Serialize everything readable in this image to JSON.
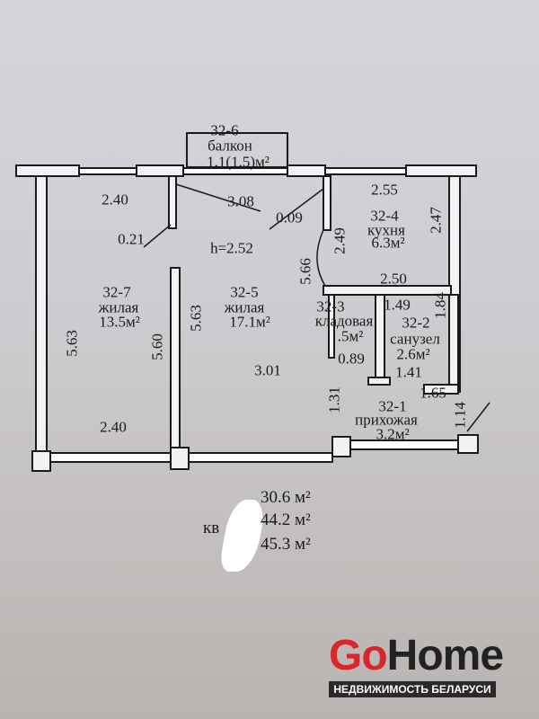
{
  "balcony": {
    "id": "32-6",
    "name": "балкон",
    "area": "1.1(1.5)м²"
  },
  "rooms": [
    {
      "id": "32-7",
      "name": "жилая",
      "area": "13.5м²"
    },
    {
      "id": "32-5",
      "name": "жилая",
      "area": "17.1м²"
    },
    {
      "id": "32-4",
      "name": "кухня",
      "area": "6.3м²"
    },
    {
      "id": "32-3",
      "name": "кладовая",
      "area": ".5м²"
    },
    {
      "id": "32-2",
      "name": "санузел",
      "area": "2.6м²"
    },
    {
      "id": "32-1",
      "name": "прихожая",
      "area": "3.2м²"
    }
  ],
  "ceiling_height": "h=2.52",
  "dimensions": [
    "2.40",
    "3.08",
    "2.55",
    "0.09",
    "2.47",
    "2.49",
    "0.21",
    "5.66",
    "2.50",
    "5.63",
    "5.60",
    "5.63",
    "1.49",
    "1.84",
    "0.89",
    "1.41",
    "1.65",
    "1.31",
    "1.14",
    "3.01",
    "2.40"
  ],
  "totals": {
    "prefix": "кв",
    "living": "30.6 м²",
    "total": "44.2 м²",
    "total_with_balcony": "45.3 м²"
  },
  "logo": {
    "go": "Go",
    "home": "Home",
    "tagline": "НЕДВИЖИМОСТЬ БЕЛАРУСИ",
    "colors": {
      "go": "#d8262b",
      "home": "#222222"
    }
  }
}
